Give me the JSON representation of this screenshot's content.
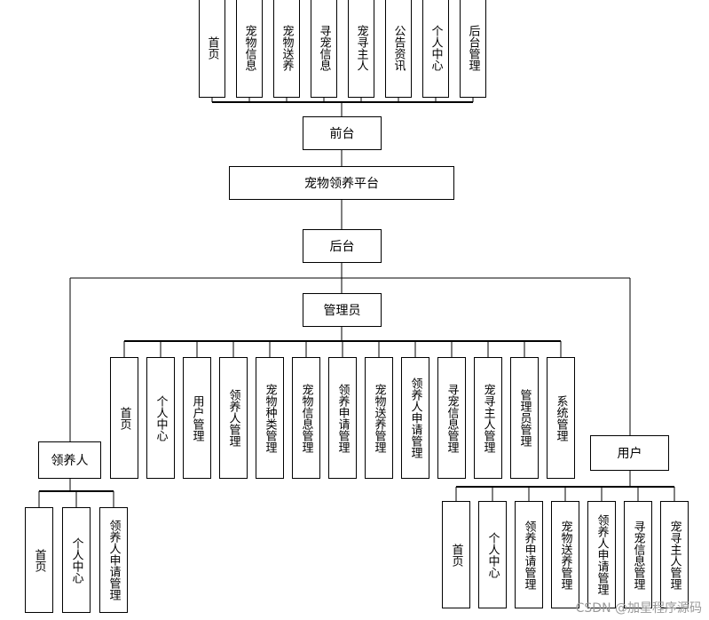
{
  "platform": "宠物领养平台",
  "front": {
    "label": "前台",
    "items": [
      "首页",
      "宠物信息",
      "宠物送养",
      "寻宠信息",
      "宠寻主人",
      "公告资讯",
      "个人中心",
      "后台管理"
    ]
  },
  "back": {
    "label": "后台"
  },
  "admin": {
    "label": "管理员",
    "items": [
      "首页",
      "个人中心",
      "用户管理",
      "领养人管理",
      "宠物种类管理",
      "宠物信息管理",
      "领养申请管理",
      "宠物送养管理",
      "领养人申请管理",
      "寻宠信息管理",
      "宠寻主人管理",
      "管理员管理",
      "系统管理"
    ]
  },
  "adopter": {
    "label": "领养人",
    "items": [
      "首页",
      "个人中心",
      "领养人申请管理"
    ]
  },
  "user": {
    "label": "用户",
    "items": [
      "首页",
      "个人中心",
      "领养申请管理",
      "宠物送养管理",
      "领养人申请管理",
      "寻宠信息管理",
      "宠寻主人管理"
    ]
  },
  "watermark": "CSDN @加星程序源码"
}
